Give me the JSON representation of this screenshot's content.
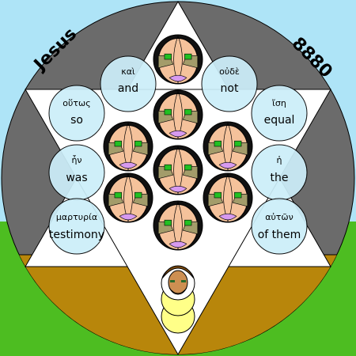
{
  "corner_labels": {
    "left": "Jesus",
    "right": "8880"
  },
  "bubbles": [
    {
      "greek": "καὶ",
      "english": "and"
    },
    {
      "greek": "οὐδὲ",
      "english": "not"
    },
    {
      "greek": "οὕτως",
      "english": "so"
    },
    {
      "greek": "ἴση",
      "english": "equal"
    },
    {
      "greek": "ἦν",
      "english": "was"
    },
    {
      "greek": "ἡ",
      "english": "the"
    },
    {
      "greek": "μαρτυρία",
      "english": "testimony"
    },
    {
      "greek": "αὐτῶν",
      "english": "of them"
    }
  ],
  "colors": {
    "sky": "#aee4f7",
    "grass": "#4dbd21",
    "earth": "#b8860b",
    "dark_ring": "#6b6b6b",
    "star": "#ffffff",
    "bubble": "#cceef9",
    "skin": "#f5c29b",
    "hair": "#111111",
    "eye": "#22c022",
    "collar": "#d79af0",
    "olive": "#a39c6a",
    "halo": "#ffff88",
    "center_skin": "#cd8f52"
  }
}
